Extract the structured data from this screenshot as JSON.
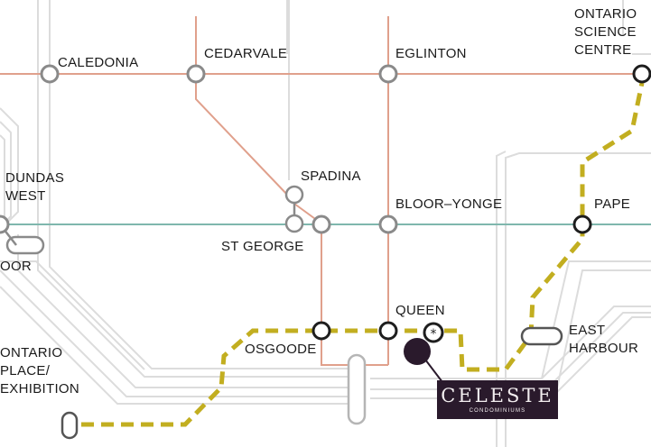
{
  "colors": {
    "line_orange": "#e0a08c",
    "line_teal": "#7fb7ad",
    "grey_tracks": "#d9d9d9",
    "station_stroke": "#8a8a8a",
    "route_gold": "#c2ae20",
    "brand_bg": "#2a1a2c",
    "brand_text": "#f3eef0"
  },
  "stations": {
    "caledonia": "CALEDONIA",
    "cedarvale": "CEDARVALE",
    "eglinton": "EGLINTON",
    "ontario_science_centre": [
      "ONTARIO",
      "SCIENCE",
      "CENTRE"
    ],
    "dundas_west": [
      "DUNDAS",
      "WEST"
    ],
    "dundas_west_fragment": "OOR",
    "spadina": "SPADINA",
    "st_george": "ST GEORGE",
    "bloor_yonge": "BLOOR–YONGE",
    "pape": "PAPE",
    "queen": "QUEEN",
    "osgoode": "OSGOODE",
    "east_harbour": [
      "EAST",
      "HARBOUR"
    ],
    "ontario_place": [
      "ONTARIO",
      "PLACE/",
      "EXHIBITION"
    ]
  },
  "brand": {
    "name": "CELESTE",
    "sub": "CONDOMINIUMS",
    "marker_icon": "star-icon"
  }
}
